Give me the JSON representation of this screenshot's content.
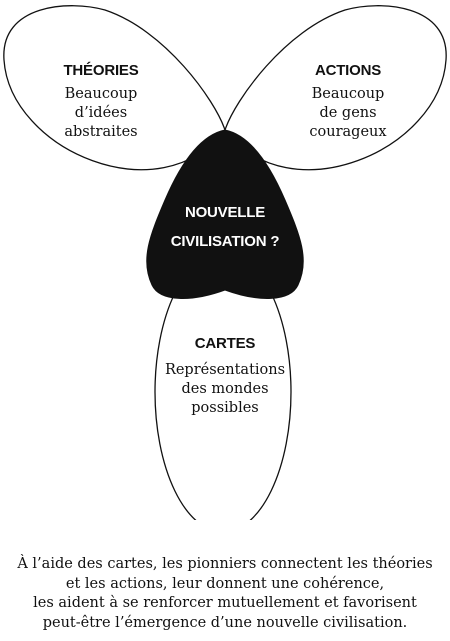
{
  "diagram": {
    "top_left": {
      "title": "THÉORIES",
      "lines": [
        "Beaucoup",
        "d’idées",
        "abstraites"
      ]
    },
    "top_right": {
      "title": "ACTIONS",
      "lines": [
        "Beaucoup",
        "de gens",
        "courageux"
      ]
    },
    "center": {
      "lines": [
        "NOUVELLE",
        "CIVILISATION ?"
      ]
    },
    "bottom": {
      "title": "CARTES",
      "lines": [
        "Représentations",
        "des mondes",
        "possibles"
      ]
    }
  },
  "caption": {
    "lines": [
      "À l’aide des cartes, les pionniers connectent les théories",
      "et les actions, leur donnent une cohérence,",
      "les aident à se renforcer mutuellement et favorisent",
      "peut-être l’émergence d’une nouvelle civilisation."
    ]
  }
}
